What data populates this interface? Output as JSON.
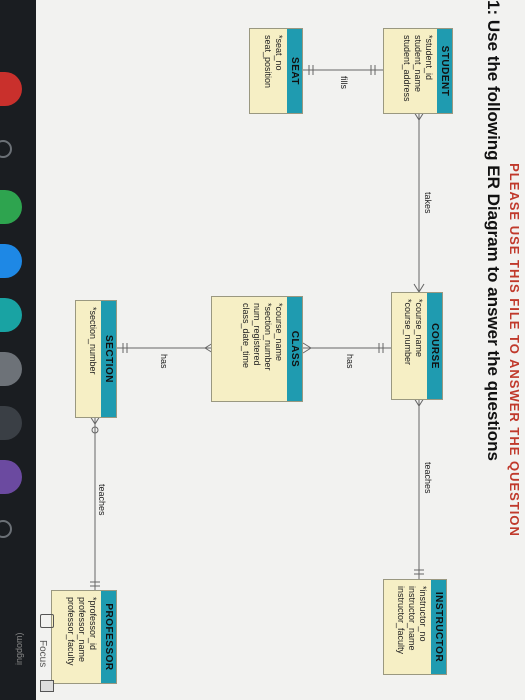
{
  "banner": "PLEASE USE THIS FILE TO ANSWER THE QUESTION",
  "heading": "1: Use the following ER Diagram to answer the questions",
  "side_text": "ingdom)",
  "entities": {
    "student": {
      "title": "STUDENT",
      "attrs": [
        "*student_id",
        "student_name",
        "student_address"
      ]
    },
    "course": {
      "title": "COURSE",
      "attrs": [
        "*course_name",
        "*course_number"
      ]
    },
    "instructor": {
      "title": "INSTRUCTOR",
      "attrs": [
        "*instructor_no",
        "instructor_name",
        "instructor_faculty"
      ]
    },
    "seat": {
      "title": "SEAT",
      "attrs": [
        "*seat_no",
        "seat_position"
      ]
    },
    "class": {
      "title": "CLASS",
      "attrs": [
        "*course_name",
        "*section_number",
        "num_registered",
        "class_date_time"
      ]
    },
    "section": {
      "title": "SECTION",
      "attrs": [
        "*section_number"
      ]
    },
    "professor": {
      "title": "PROFESSOR",
      "attrs": [
        "*professor_id",
        "professor_name",
        "professor_faculty"
      ]
    }
  },
  "relations": {
    "takes": "takes",
    "teaches_top": "teaches",
    "fills": "fills",
    "has_top": "has",
    "has_bottom": "has",
    "teaches_bottom": "teaches"
  },
  "focus": {
    "label": "Focus"
  },
  "colors": {
    "header": "#1f9bb0",
    "entity_bg": "#f6efc5",
    "banner": "#c0392b"
  }
}
